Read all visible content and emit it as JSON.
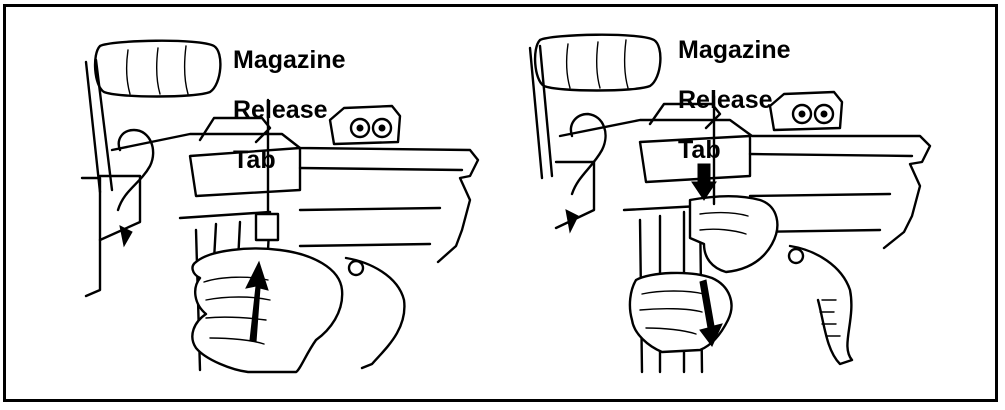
{
  "panels": [
    {
      "id": "left",
      "callout": [
        "Magazine",
        "Release",
        "Tab"
      ],
      "arrow_direction": "up"
    },
    {
      "id": "right",
      "callout": [
        "Magazine",
        "Release",
        "Tab"
      ],
      "arrow_direction": "down"
    }
  ],
  "colors": {
    "ink": "#000000",
    "paper": "#ffffff"
  }
}
